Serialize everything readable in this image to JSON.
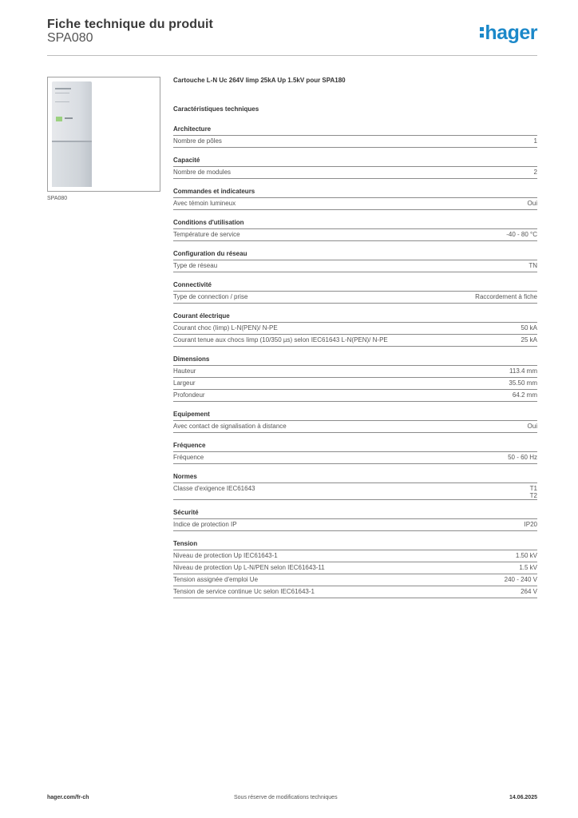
{
  "header": {
    "title": "Fiche technique du produit",
    "reference": "SPA080",
    "logo_text": "hager"
  },
  "product": {
    "image_caption": "SPA080",
    "title": "Cartouche  L-N Uc 264V Iimp 25kA Up 1.5kV pour SPA180"
  },
  "section_title": "Caractéristiques techniques",
  "groups": [
    {
      "title": "Architecture",
      "rows": [
        {
          "label": "Nombre de pôles",
          "value": "1"
        }
      ]
    },
    {
      "title": "Capacité",
      "rows": [
        {
          "label": "Nombre de modules",
          "value": "2"
        }
      ]
    },
    {
      "title": "Commandes et indicateurs",
      "rows": [
        {
          "label": "Avec témoin lumineux",
          "value": "Oui"
        }
      ]
    },
    {
      "title": "Conditions d'utilisation",
      "rows": [
        {
          "label": "Température de service",
          "value": "-40 - 80 °C"
        }
      ]
    },
    {
      "title": "Configuration du réseau",
      "rows": [
        {
          "label": "Type de réseau",
          "value": "TN"
        }
      ]
    },
    {
      "title": "Connectivité",
      "rows": [
        {
          "label": "Type de connection / prise",
          "value": "Raccordement à fiche"
        }
      ]
    },
    {
      "title": "Courant électrique",
      "rows": [
        {
          "label": "Courant choc (Iimp) L-N(PEN)/ N-PE",
          "value": "50 kA"
        },
        {
          "label": "Courant tenue aux chocs Iimp (10/350 µs) selon IEC61643 L-N(PEN)/ N-PE",
          "value": "25 kA"
        }
      ]
    },
    {
      "title": "Dimensions",
      "rows": [
        {
          "label": "Hauteur",
          "value": "113.4 mm"
        },
        {
          "label": "Largeur",
          "value": "35.50 mm"
        },
        {
          "label": "Profondeur",
          "value": "64.2 mm"
        }
      ]
    },
    {
      "title": "Equipement",
      "rows": [
        {
          "label": "Avec contact de signalisation à distance",
          "value": "Oui"
        }
      ]
    },
    {
      "title": "Fréquence",
      "rows": [
        {
          "label": "Fréquence",
          "value": "50 - 60 Hz"
        }
      ]
    },
    {
      "title": "Normes",
      "rows": [
        {
          "label": "Classe d'exigence IEC61643",
          "value": "T1\nT2"
        }
      ]
    },
    {
      "title": "Sécurité",
      "rows": [
        {
          "label": "Indice de protection IP",
          "value": "IP20"
        }
      ]
    },
    {
      "title": "Tension",
      "rows": [
        {
          "label": "Niveau de protection Up IEC61643-1",
          "value": "1.50 kV"
        },
        {
          "label": "Niveau de protection Up L-N/PEN selon IEC61643-11",
          "value": "1.5 kV"
        },
        {
          "label": "Tension assignée d'emploi Ue",
          "value": "240 - 240 V"
        },
        {
          "label": "Tension de service continue Uc selon IEC61643-1",
          "value": "264 V"
        }
      ]
    }
  ],
  "footer": {
    "website": "hager.com/fr-ch",
    "notice": "Sous réserve de modifications techniques",
    "date": "14.06.2025"
  }
}
